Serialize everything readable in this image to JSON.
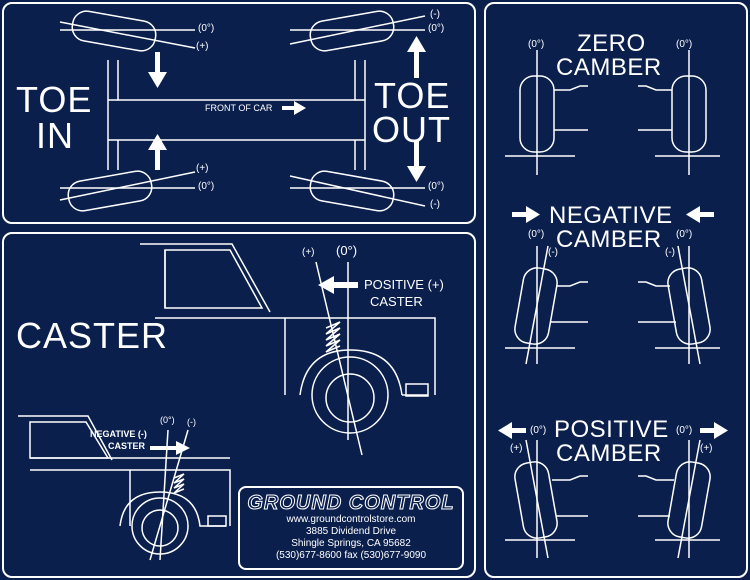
{
  "toe_panel": {
    "toe_in": [
      "TOE",
      "IN"
    ],
    "toe_out": [
      "TOE",
      "OUT"
    ],
    "front_of_car": "FRONT OF CAR",
    "angle_zero": "(0°)",
    "angle_pos": "(+)",
    "angle_neg": "(-)"
  },
  "caster_panel": {
    "title": "CASTER",
    "positive_caster": [
      "POSITIVE (+)",
      "CASTER"
    ],
    "negative_caster": [
      "NEGATIVE (-)",
      "CASTER"
    ],
    "angle_zero": "(0°)",
    "angle_pos": "(+)",
    "angle_neg": "(-)"
  },
  "camber_panel": {
    "zero_camber": [
      "ZERO",
      "CAMBER"
    ],
    "negative_camber": [
      "NEGATIVE",
      "CAMBER"
    ],
    "positive_camber": [
      "POSITIVE",
      "CAMBER"
    ],
    "angle_zero": "(0°)",
    "angle_pos": "(+)",
    "angle_neg": "(-)"
  },
  "company": {
    "logo": "GROUND CONTROL",
    "website": "www.groundcontrolstore.com",
    "address1": "3885 Dividend Drive",
    "address2": "Shingle Springs, CA 95682",
    "phone": "(530)677-8600 fax (530)677-9090"
  },
  "colors": {
    "background": "#0b1f4d",
    "lines": "#ffffff"
  }
}
